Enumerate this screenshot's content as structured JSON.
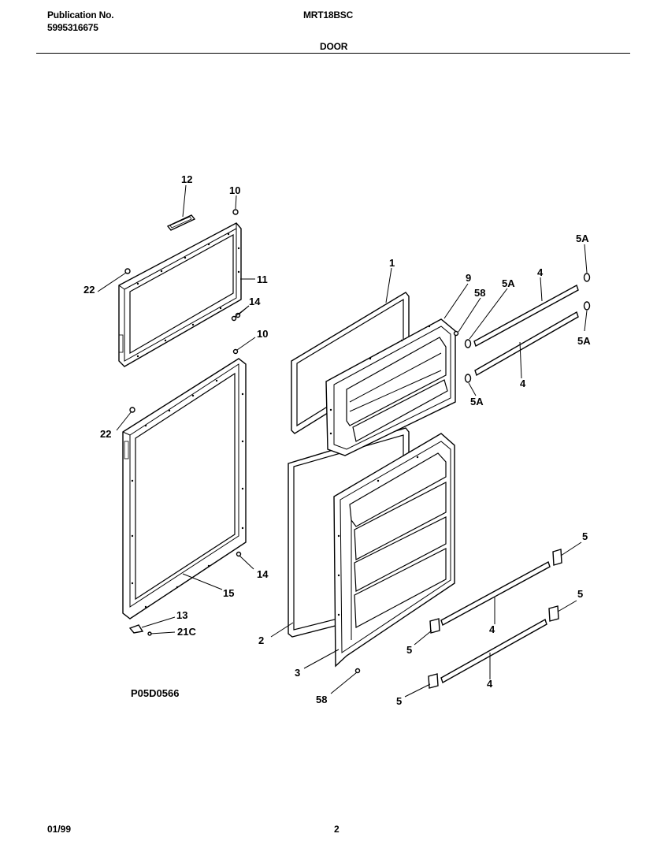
{
  "header": {
    "publication_label": "Publication No.",
    "publication_number": "5995316675",
    "model": "MRT18BSC",
    "section": "DOOR"
  },
  "diagram": {
    "labels": {
      "p12": "12",
      "p10_top": "10",
      "p22_top": "22",
      "p11": "11",
      "p14_top": "14",
      "p10_mid": "10",
      "p22_mid": "22",
      "p14_bot": "14",
      "p15": "15",
      "p13": "13",
      "p21c": "21C",
      "p1": "1",
      "p9": "9",
      "p58_top": "58",
      "p5a_a": "5A",
      "p4_a": "4",
      "p5a_top": "5A",
      "p5a_right": "5A",
      "p4_b": "4",
      "p5a_b": "5A",
      "p2": "2",
      "p3": "3",
      "p58_bot": "58",
      "p5_a": "5",
      "p4_c": "4",
      "p5_b": "5",
      "p5_c": "5",
      "p4_d": "4",
      "p5_d": "5"
    },
    "drawing_code": "P05D0566"
  },
  "footer": {
    "date": "01/99",
    "page": "2"
  }
}
